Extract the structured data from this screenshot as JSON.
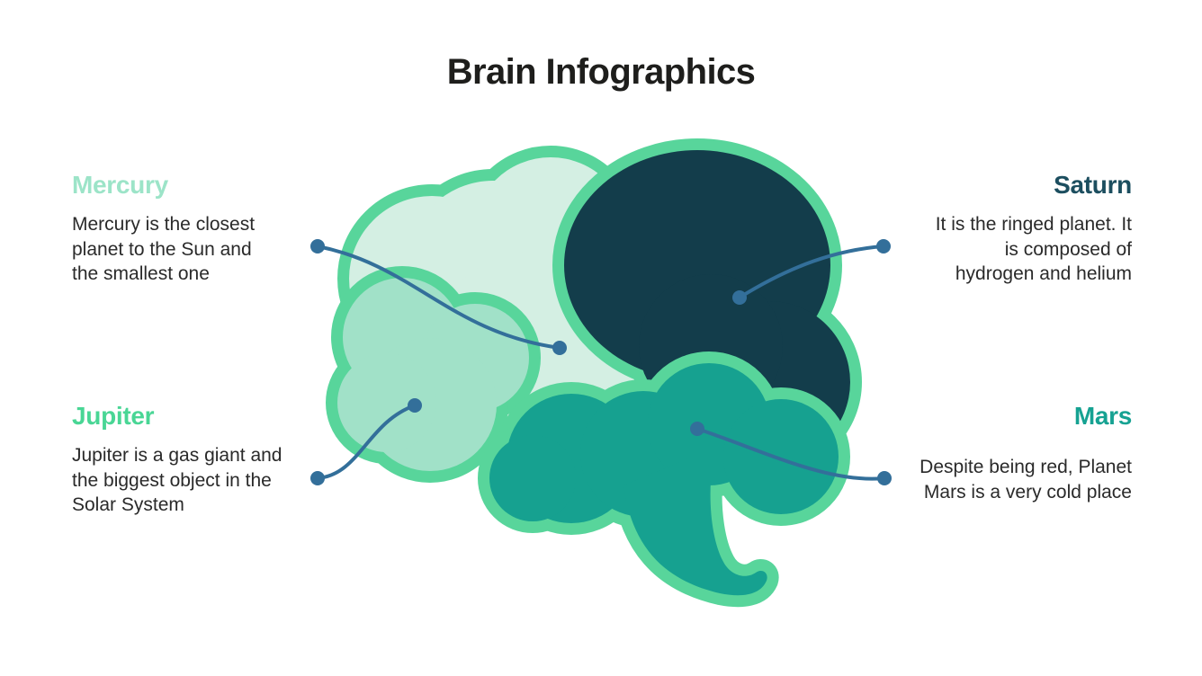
{
  "title": "Brain Infographics",
  "sections": {
    "mercury": {
      "heading": "Mercury",
      "body_lines": [
        "Mercury is the closest",
        "planet to the Sun and",
        "the smallest one"
      ]
    },
    "saturn": {
      "heading": "Saturn",
      "body_lines": [
        "It is the ringed planet. It",
        "is composed of",
        "hydrogen and helium"
      ]
    },
    "jupiter": {
      "heading": "Jupiter",
      "body_lines": [
        "Jupiter is a gas giant and",
        "the biggest object in the",
        "Solar System"
      ]
    },
    "mars": {
      "heading": "Mars",
      "body_lines": [
        "Despite being red, Planet",
        "Mars is a very cold place"
      ]
    }
  },
  "brain": {
    "regions": [
      {
        "id": "cerebrum-light",
        "fill_key": "light_mint",
        "pointed_by": "mercury"
      },
      {
        "id": "occipital-dark",
        "fill_key": "dark_navy",
        "pointed_by": "saturn"
      },
      {
        "id": "frontal-lobe",
        "fill_key": "medium_mint",
        "pointed_by": "jupiter"
      },
      {
        "id": "cerebellum-stem",
        "fill_key": "teal",
        "pointed_by": "mars"
      }
    ]
  },
  "colors": {
    "outline_green": "#58d59b",
    "light_mint": "#d4efe3",
    "medium_mint": "#a1e1c8",
    "teal": "#16a190",
    "dark_navy": "#133d4b",
    "connector_blue": "#336f9a",
    "mercury_heading": "#9ce4c8",
    "saturn_heading": "#1c4e5f",
    "jupiter_heading": "#49d695",
    "mars_heading": "#16a292",
    "title_text": "#1e1e1c",
    "body_text": "#2a2a2a",
    "background": "#ffffff"
  }
}
